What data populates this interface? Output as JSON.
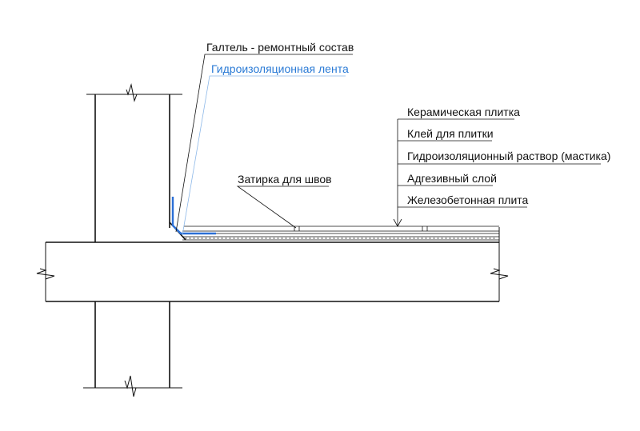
{
  "colors": {
    "line": "#111111",
    "membrane": "#2b6fd6",
    "membrane_text": "#2b7bd6",
    "leader_light": "#8db8e8",
    "background": "#ffffff"
  },
  "labels": {
    "fillet": "Галтель - ремонтный состав",
    "tape": "Гидроизоляционная лента",
    "grout": "Затирка для швов",
    "layers": [
      "Керамическая плитка",
      "Клей для плитки",
      "Гидроизоляционный раствор (мастика)",
      "Адгезивный слой",
      "Железобетонная плита"
    ]
  }
}
